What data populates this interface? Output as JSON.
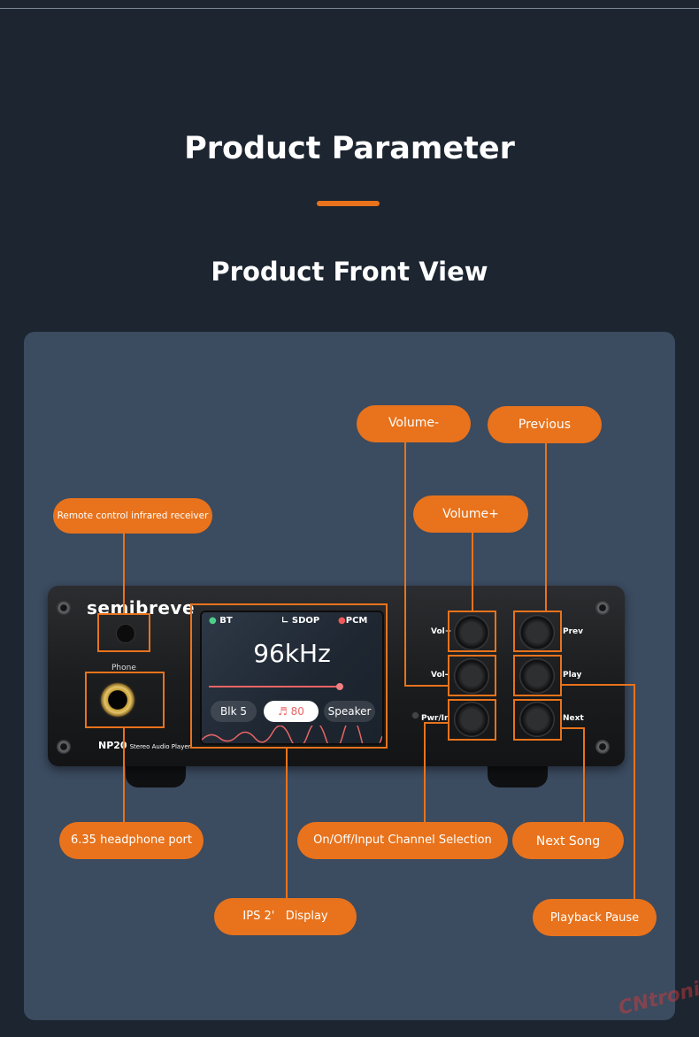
{
  "header": {
    "title": "Product Parameter",
    "subtitle": "Product Front View"
  },
  "device": {
    "brand": "semibreve",
    "model": "NP20",
    "model_sub": "Stereo Audio Player",
    "phone_label": "Phone",
    "screen": {
      "bt": "BT",
      "sdop": "SDOP",
      "pcm": "PCM",
      "rate": "96kHz",
      "filter": "Blk 5",
      "volume": "80",
      "output": "Speaker"
    },
    "buttons": {
      "vol_plus": "Vol+",
      "vol_minus": "Vol-",
      "pwr": "Pwr/In",
      "prev": "Prev",
      "play": "Play",
      "next": "Next"
    }
  },
  "labels": {
    "ir": "Remote control infrared receiver",
    "headphone": "6.35 headphone port",
    "display": "IPS 2'   Display",
    "power": "On/Off/Input Channel Selection",
    "vol_minus": "Volume-",
    "vol_plus": "Volume+",
    "previous": "Previous",
    "next_song": "Next Song",
    "playback": "Playback Pause"
  },
  "watermark": "CNtronic",
  "colors": {
    "accent": "#e8731c",
    "background": "#1c2530",
    "panel": "#3b4b60"
  }
}
